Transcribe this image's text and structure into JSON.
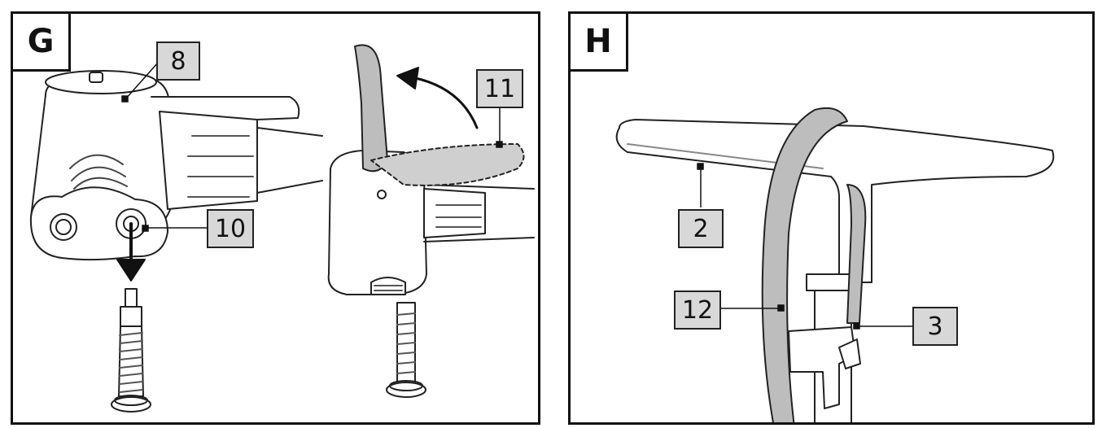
{
  "panels": [
    {
      "letter": "G",
      "callouts": [
        "8",
        "10",
        "11"
      ]
    },
    {
      "letter": "H",
      "callouts": [
        "2",
        "12",
        "3"
      ]
    }
  ]
}
